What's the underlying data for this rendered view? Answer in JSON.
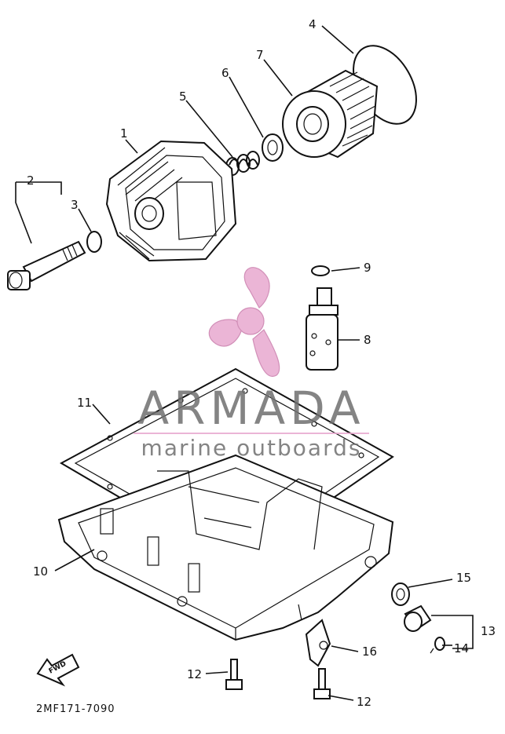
{
  "diagram": {
    "doc_code": "2MF171-7090",
    "fwd_label": "FWD",
    "callouts": {
      "c1": "1",
      "c2": "2",
      "c3": "3",
      "c4": "4",
      "c5": "5",
      "c6": "6",
      "c7": "7",
      "c8": "8",
      "c9": "9",
      "c10": "10",
      "c11": "11",
      "c12a": "12",
      "c12b": "12",
      "c13": "13",
      "c14": "14",
      "c15": "15",
      "c16": "16"
    }
  },
  "watermark": {
    "brand": "ARMADA",
    "tagline": "marine outboards",
    "logo_icon": "propeller-icon",
    "accent_color": "#e8a9cf",
    "text_color": "#6f6f6f"
  }
}
